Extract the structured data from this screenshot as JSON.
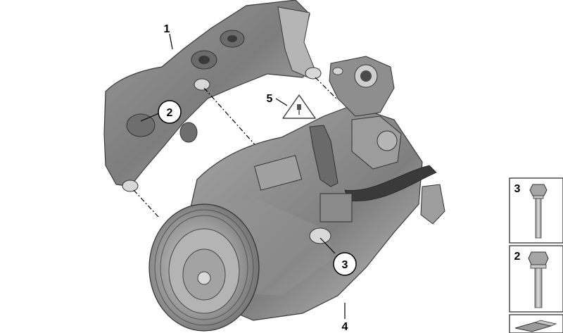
{
  "diagram": {
    "callouts": [
      {
        "id": "c1",
        "label": "1"
      },
      {
        "id": "c2",
        "label": "2"
      },
      {
        "id": "c3",
        "label": "3"
      },
      {
        "id": "c4",
        "label": "4"
      },
      {
        "id": "c5",
        "label": "5"
      }
    ],
    "legend": [
      {
        "id": "l3",
        "label": "3"
      },
      {
        "id": "l2",
        "label": "2"
      }
    ],
    "colors": {
      "line": "#000000",
      "part_light": "#b9b9b9",
      "part_mid": "#8d8d8d",
      "part_dark": "#5a5a5a",
      "legend_border": "#222222"
    }
  }
}
